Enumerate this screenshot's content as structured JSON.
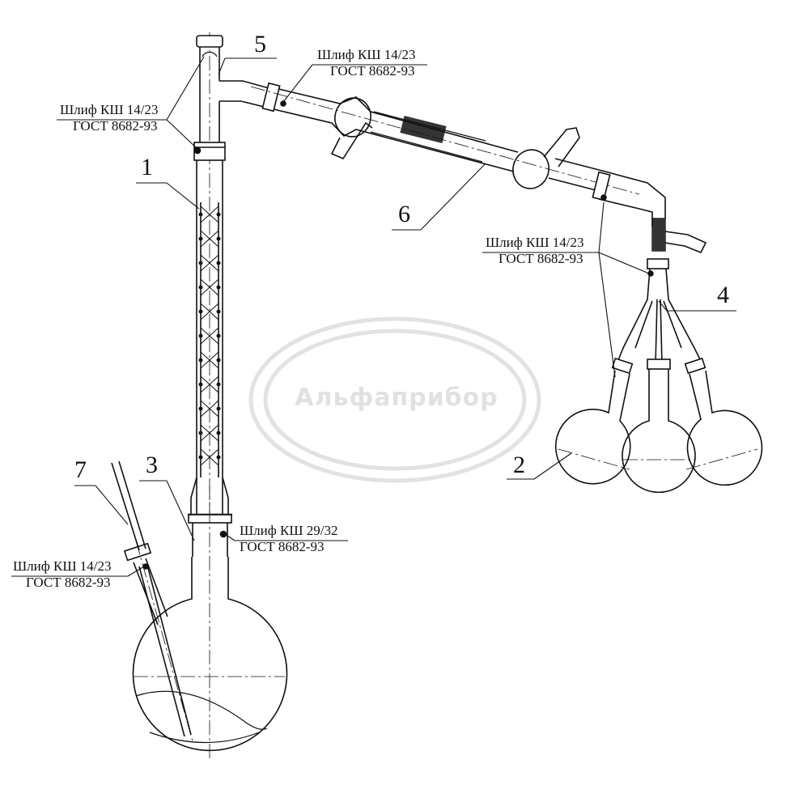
{
  "figure": {
    "callouts": [
      "1",
      "2",
      "3",
      "4",
      "5",
      "6",
      "7"
    ],
    "joints": [
      {
        "line1": "Шлиф КШ 14/23",
        "line2": "ГОСТ 8682-93"
      },
      {
        "line1": "Шлиф КШ 14/23",
        "line2": "ГОСТ 8682-93"
      },
      {
        "line1": "Шлиф КШ 14/23",
        "line2": "ГОСТ 8682-93"
      },
      {
        "line1": "Шлиф КШ 29/32",
        "line2": "ГОСТ 8682-93"
      },
      {
        "line1": "Шлиф КШ 14/23",
        "line2": "ГОСТ 8682-93"
      }
    ],
    "watermark": "Альфаприбор"
  },
  "colors": {
    "line": "#111111",
    "watermark": "#c8c8c8"
  }
}
